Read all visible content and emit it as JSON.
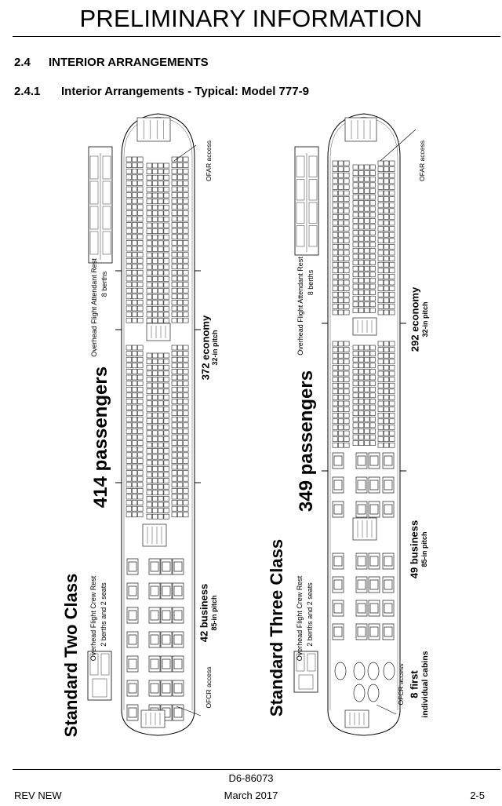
{
  "header": {
    "title": "PRELIMINARY INFORMATION"
  },
  "section": {
    "number": "2.4",
    "title": "INTERIOR ARRANGEMENTS"
  },
  "subsection": {
    "number": "2.4.1",
    "title": "Interior Arrangements - Typical: Model 777-9"
  },
  "two_class": {
    "title": "Standard Two Class",
    "passengers": "414 passengers",
    "ofar_label": "Overhead Flight Attendant Rest",
    "ofar_berths": "8 berths",
    "ofcr_label": "Overhead Flight Crew Rest",
    "ofcr_berths": "2 berths and 2 seats",
    "economy": "372 economy",
    "economy_pitch": "32-in pitch",
    "business": "42 business",
    "business_pitch": "85-in pitch",
    "ofar_access": "OFAR access",
    "ofcr_access": "OFCR access"
  },
  "three_class": {
    "title": "Standard Three Class",
    "passengers": "349 passengers",
    "ofar_label": "Overhead Flight Attendant Rest",
    "ofar_berths": "8 berths",
    "ofcr_label": "Overhead Flight Crew Rest",
    "ofcr_berths": "2 berths and 2 seats",
    "economy": "292 economy",
    "economy_pitch": "32-in pitch",
    "business": "49 business",
    "business_pitch": "85-in pitch",
    "first": "8 first",
    "first_note": "individual cabins",
    "ofar_access": "OFAR access",
    "ofcr_access": "OFCR access"
  },
  "footer": {
    "doc_number": "D6-86073",
    "revision": "REV NEW",
    "date": "March 2017",
    "page": "2-5"
  }
}
